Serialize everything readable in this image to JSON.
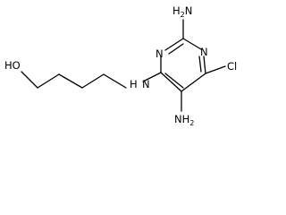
{
  "molecule": {
    "labels": {
      "amine_top": "H2N",
      "ring_n_left": "N",
      "ring_n_right": "N",
      "chloro": "Cl",
      "amine_bottom": "NH2",
      "imine_link": "N",
      "imine_h": "H",
      "hydroxyl": "HO"
    }
  }
}
